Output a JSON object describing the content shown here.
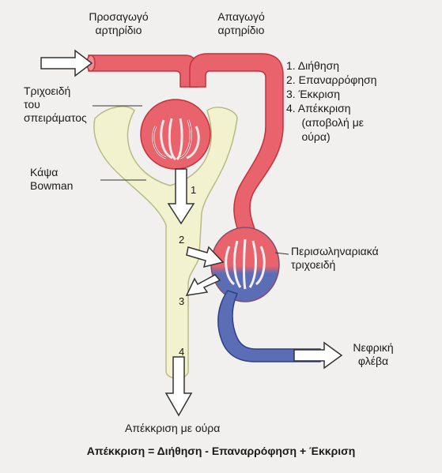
{
  "labels": {
    "afferent": [
      "Προσαγωγό",
      "αρτηρίδιο"
    ],
    "efferent": [
      "Απαγωγό",
      "αρτηρίδιο"
    ],
    "glomerulus": [
      "Τριχοειδή",
      "του",
      "σπειράματος"
    ],
    "bowman": [
      "Κάψα",
      "Bowman"
    ],
    "peritubular": [
      "Περισωληναριακά",
      "τριχοειδή"
    ],
    "renal_vein": [
      "Νεφρική",
      "φλέβα"
    ],
    "excretion": "Απέκκριση με ούρα"
  },
  "process_list": [
    "1.  Διήθηση",
    "2.  Επαναρρόφηση",
    "3.  Έκκριση",
    "4.  Απέκκριση",
    "     (αποβολή με",
    "     ούρα)"
  ],
  "arrow_numbers": [
    "1",
    "2",
    "3",
    "4"
  ],
  "formula": "Απέκκριση = Διήθηση - Επαναρρόφηση + Έκκριση",
  "colors": {
    "arterial": "#e8636b",
    "arterial_dark": "#c4323c",
    "venous": "#5b6eb5",
    "venous_dark": "#2f3f86",
    "tubule": "#f2f2cf",
    "tubule_edge": "#b9ba86",
    "background": "#f1f0ee"
  }
}
